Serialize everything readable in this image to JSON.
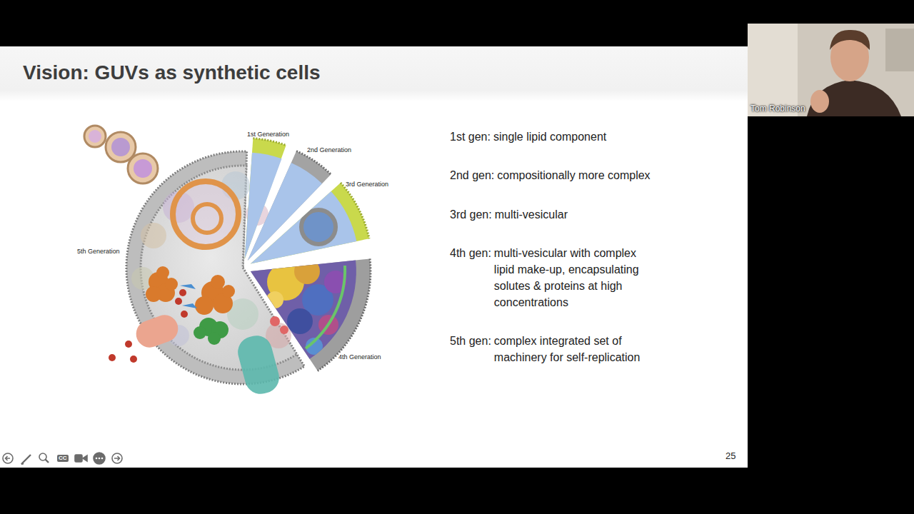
{
  "diagram": {
    "title": "Vision: GUVs as synthetic cells",
    "labels": [
      "1st Generation",
      "2nd Generation",
      "3rd Generation",
      "4th Generation",
      "5th Generation",
      "1st gen:",
      "single lipid component",
      "2nd gen:",
      "compositionally more complex",
      "3rd gen:",
      "multi-vesicular",
      "4th gen:",
      "multi-vesicular with complex lipid make-up, encapsulating solutes & proteins at high concentrations",
      "5th gen:",
      "complex integrated set of machinery for self-replication",
      "25",
      "Tom Robinson",
      "CC"
    ]
  }
}
